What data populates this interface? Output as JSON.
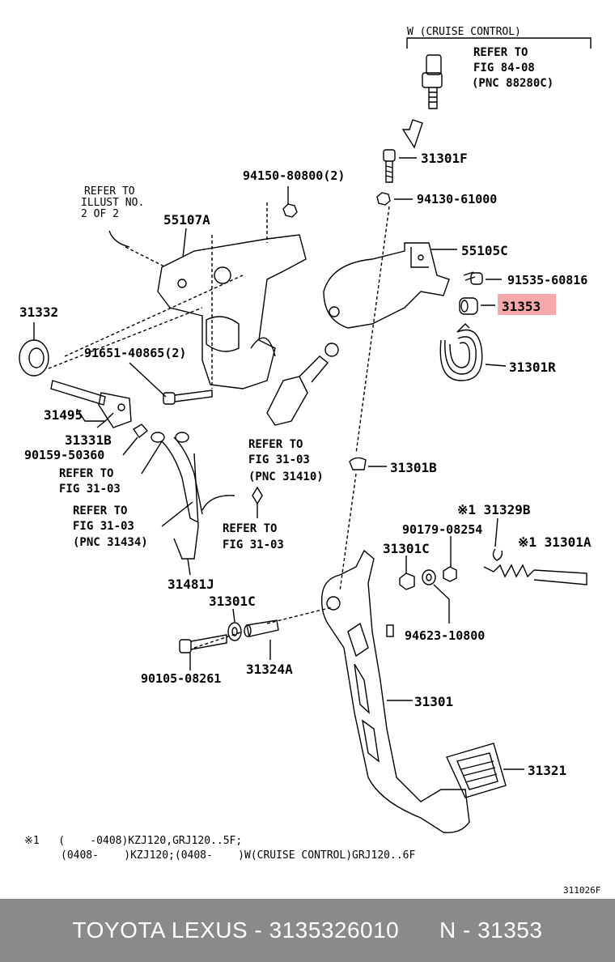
{
  "diagram": {
    "cruise_header": "W (CRUISE CONTROL)",
    "refer_cruise": [
      "REFER TO",
      "FIG 84-08",
      "(PNC 88280C)"
    ],
    "refer_illust": [
      "REFER TO",
      "ILLUST NO.",
      "2 OF 2"
    ],
    "refer_a": [
      "REFER TO",
      "FIG 31-03",
      "(PNC 31410)"
    ],
    "refer_b": [
      "REFER TO",
      "FIG 31-03"
    ],
    "refer_c": [
      "REFER TO",
      "FIG 31-03",
      "(PNC 31434)"
    ],
    "refer_d": [
      "REFER TO",
      "FIG 31-03"
    ],
    "parts": {
      "p31301F": "31301F",
      "p94150": "94150-80800(2)",
      "p94130": "94130-61000",
      "p55107A": "55107A",
      "p55105C": "55105C",
      "p91535": "91535-60816",
      "p31353": "31353",
      "p31332": "31332",
      "p91651": "91651-40865(2)",
      "p31301R": "31301R",
      "p31495": "31495",
      "p31331B": "31331B",
      "p90159": "90159-50360",
      "p31301B": "31301B",
      "p31329B": "※1 31329B",
      "p90179": "90179-08254",
      "p31301C_r": "31301C",
      "p31301A": "※1 31301A",
      "p31481J": "31481J",
      "p31301C_l": "31301C",
      "p94623": "94623-10800",
      "p90105": "90105-08261",
      "p31324A": "31324A",
      "p31301": "31301",
      "p31321": "31321"
    },
    "highlight_color": "#f7a8a8",
    "note_line1": "※1   (    -0408)KZJ120,GRJ120..5F;",
    "note_line2": "(0408-    )KZJ120;(0408-    )W(CRUISE CONTROL)GRJ120..6F",
    "fig_code": "311026F"
  },
  "footer": {
    "brand": "TOYOTA LEXUS",
    "sep1": " - ",
    "part_number": "3135326010",
    "spacer": "      ",
    "label": "N",
    "sep2": " - ",
    "short_number": "31353"
  }
}
